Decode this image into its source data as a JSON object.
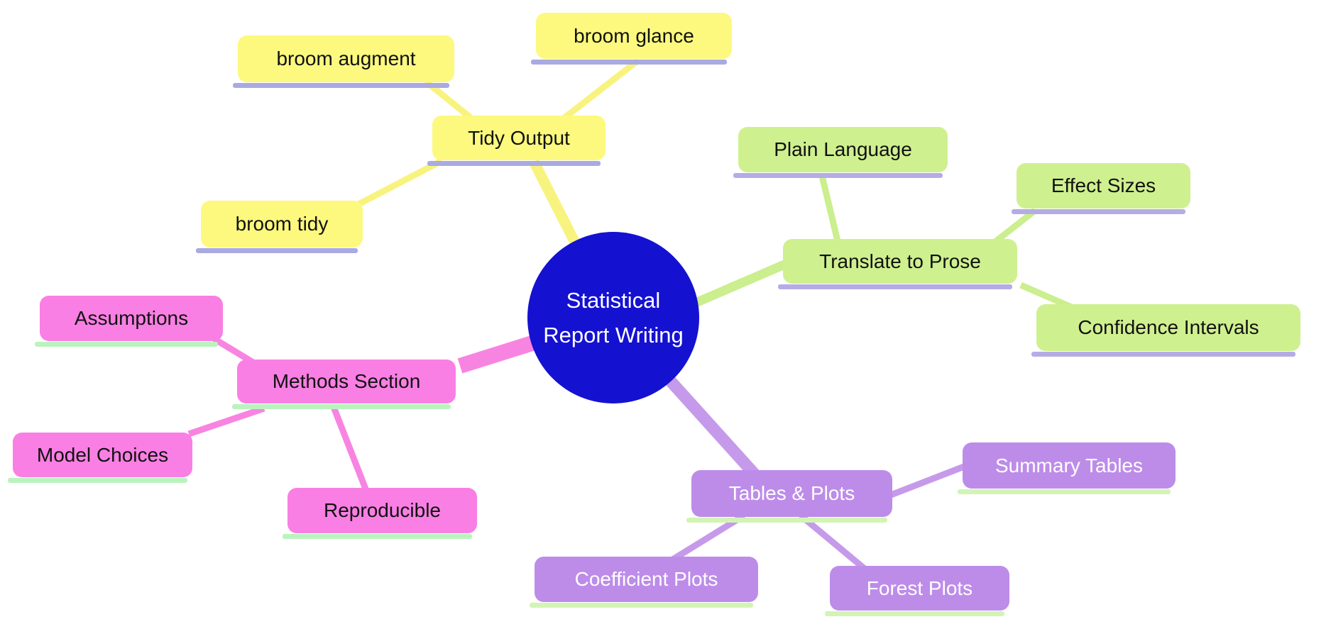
{
  "diagram": {
    "type": "mindmap",
    "title": "Statistical Report Writing mind map",
    "root": {
      "label": "Statistical Report Writing",
      "label_line1": "Statistical",
      "label_line2": "Report Writing",
      "fill_color": "#1511D1",
      "text_color": "#FFFFFF"
    },
    "branches": [
      {
        "id": "tidy-output",
        "label": "Tidy Output",
        "fill_color": "#FCF97E",
        "edge_color": "#F8F37E",
        "underline_color": "#A9A9E3",
        "text_color": "#111111",
        "children": [
          {
            "label": "broom augment"
          },
          {
            "label": "broom glance"
          },
          {
            "label": "broom tidy"
          }
        ]
      },
      {
        "id": "translate-to-prose",
        "label": "Translate to Prose",
        "fill_color": "#CFF08F",
        "edge_color": "#CBEE8E",
        "underline_color": "#B5ACE6",
        "text_color": "#111111",
        "children": [
          {
            "label": "Plain Language"
          },
          {
            "label": "Effect Sizes"
          },
          {
            "label": "Confidence Intervals"
          }
        ]
      },
      {
        "id": "methods-section",
        "label": "Methods Section",
        "fill_color": "#F97FE4",
        "edge_color": "#F884E2",
        "underline_color": "#BBF3BE",
        "text_color": "#111111",
        "children": [
          {
            "label": "Assumptions"
          },
          {
            "label": "Model Choices"
          },
          {
            "label": "Reproducible"
          }
        ]
      },
      {
        "id": "tables-and-plots",
        "label": "Tables & Plots",
        "fill_color": "#BD8CE9",
        "edge_color": "#C69AEA",
        "underline_color": "#D2F4B4",
        "text_color": "#FFFFFF",
        "children": [
          {
            "label": "Summary Tables"
          },
          {
            "label": "Coefficient Plots"
          },
          {
            "label": "Forest Plots"
          }
        ]
      }
    ]
  }
}
